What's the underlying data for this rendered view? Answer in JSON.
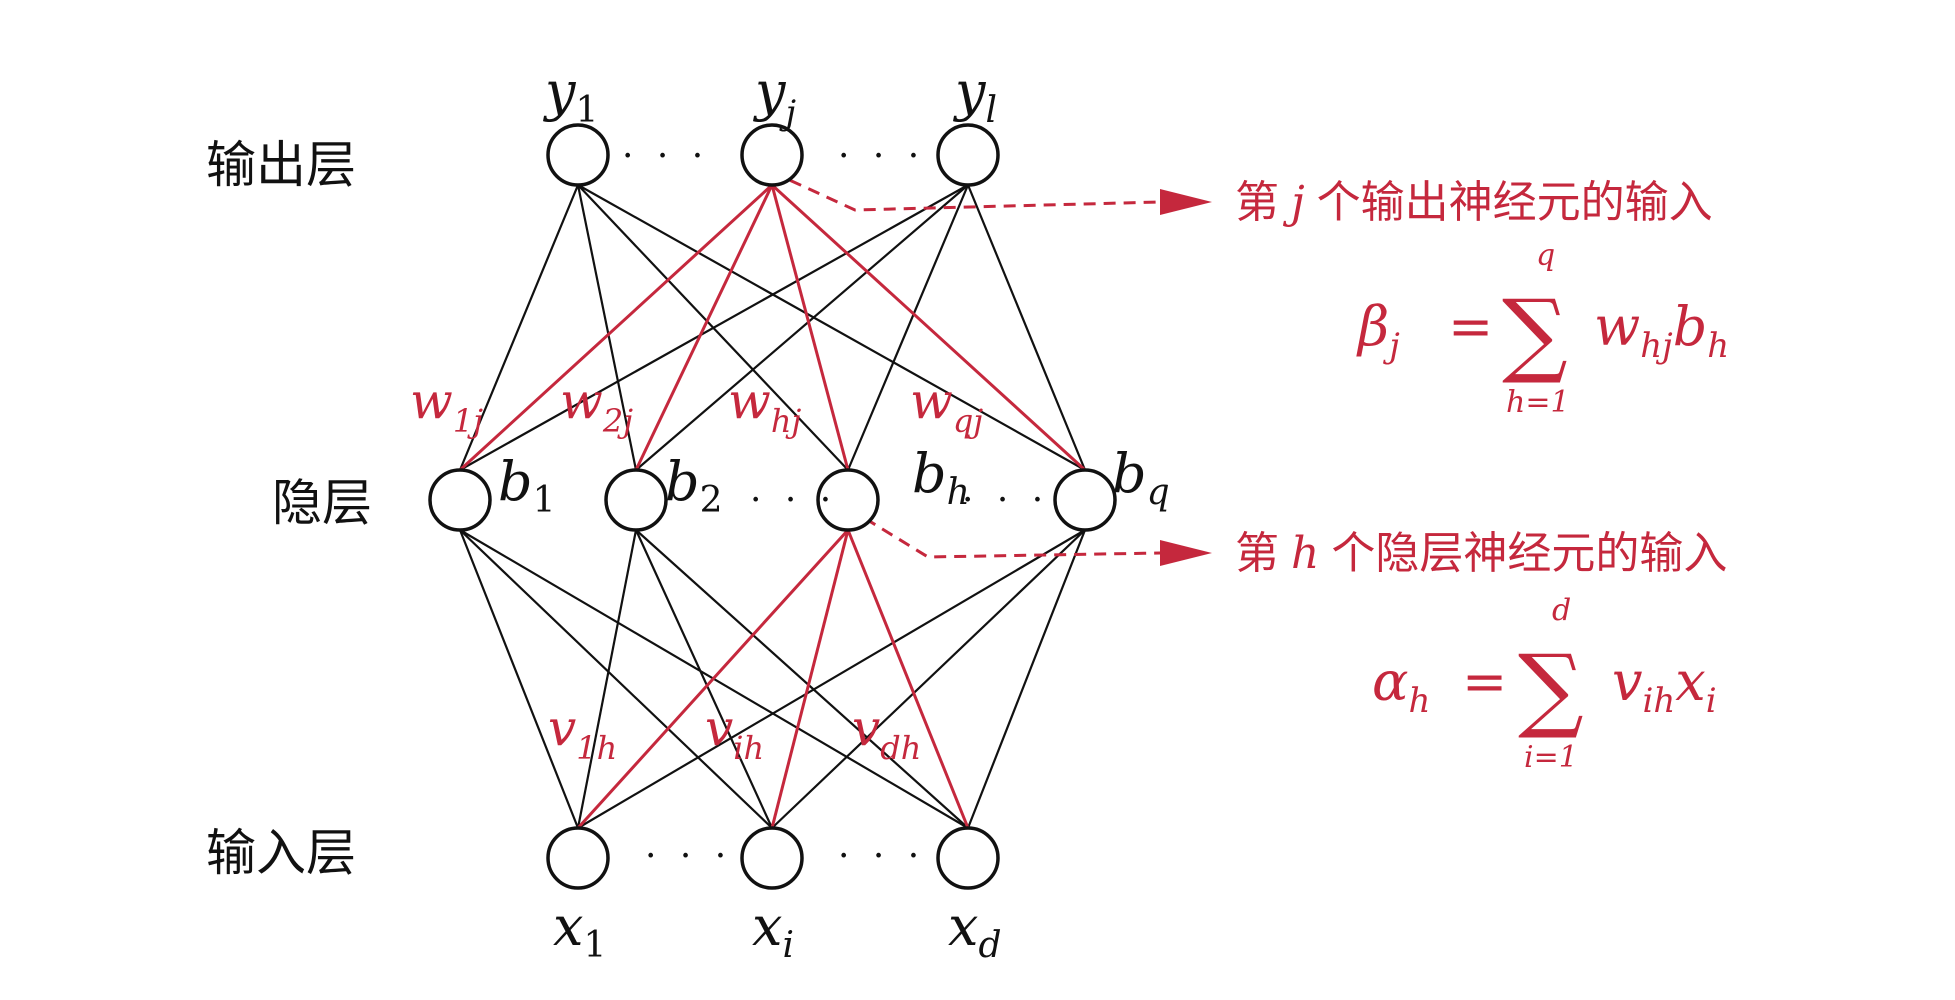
{
  "layers": {
    "output": "输出层",
    "hidden": "隐层",
    "input": "输入层"
  },
  "output_nodes": {
    "first": {
      "base": "y",
      "sub": "1"
    },
    "middle": {
      "base": "y",
      "sub": "j"
    },
    "last": {
      "base": "y",
      "sub": "l"
    }
  },
  "hidden_nodes": {
    "n1": {
      "base": "b",
      "sub": "1"
    },
    "n2": {
      "base": "b",
      "sub": "2"
    },
    "nh": {
      "base": "b",
      "sub": "h"
    },
    "nq": {
      "base": "b",
      "sub": "q"
    }
  },
  "input_nodes": {
    "first": {
      "base": "x",
      "sub": "1"
    },
    "middle": {
      "base": "x",
      "sub": "i"
    },
    "last": {
      "base": "x",
      "sub": "d"
    }
  },
  "ellipsis": "· · ·",
  "weights_hidden_output": [
    {
      "base": "w",
      "sub": "1j"
    },
    {
      "base": "w",
      "sub": "2j"
    },
    {
      "base": "w",
      "sub": "hj"
    },
    {
      "base": "w",
      "sub": "qj"
    }
  ],
  "weights_input_hidden": [
    {
      "base": "v",
      "sub": "1h"
    },
    {
      "base": "v",
      "sub": "ih"
    },
    {
      "base": "v",
      "sub": "dh"
    }
  ],
  "annotations": {
    "output_input": {
      "prefix": "第",
      "var": "j",
      "suffix": "个输出神经元的输入",
      "formula": {
        "lhs_base": "β",
        "lhs_sub": "j",
        "equals": "=",
        "sum": "∑",
        "upper": "q",
        "lower": "h=1",
        "term1_base": "w",
        "term1_sub": "hj",
        "term2_base": "b",
        "term2_sub": "h"
      }
    },
    "hidden_input": {
      "prefix": "第",
      "var": "h",
      "suffix": "个隐层神经元的输入",
      "formula": {
        "lhs_base": "α",
        "lhs_sub": "h",
        "equals": "=",
        "sum": "∑",
        "upper": "d",
        "lower": "i=1",
        "term1_base": "v",
        "term1_sub": "ih",
        "term2_base": "x",
        "term2_sub": "i"
      }
    }
  },
  "colors": {
    "highlight": "#c5283d",
    "ink": "#111111"
  }
}
